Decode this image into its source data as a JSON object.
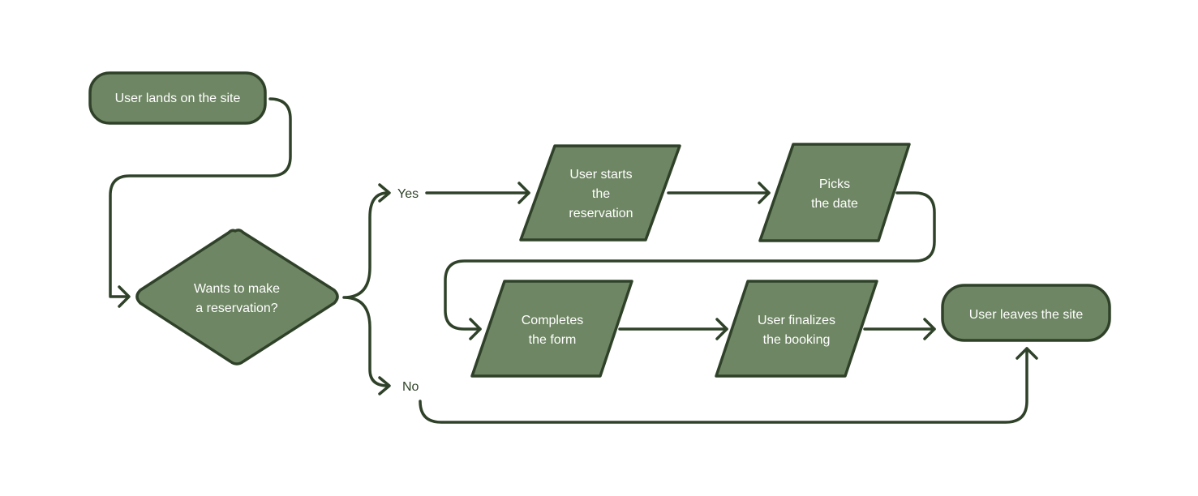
{
  "nodes": {
    "start": [
      "User lands on the site"
    ],
    "decision": [
      "Wants to make",
      "a reservation?"
    ],
    "start_reservation": [
      "User starts",
      "the",
      "reservation"
    ],
    "pick_date": [
      "Picks",
      "the date"
    ],
    "complete_form": [
      "Completes",
      "the form"
    ],
    "finalize": [
      "User finalizes",
      "the booking"
    ],
    "end": [
      "User leaves the site"
    ]
  },
  "edges": {
    "yes_label": "Yes",
    "no_label": "No"
  }
}
